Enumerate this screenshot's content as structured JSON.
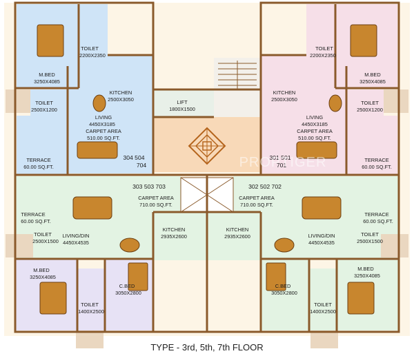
{
  "caption": "TYPE - 3rd, 5th, 7th FLOOR",
  "watermark": "PROPTIGER",
  "colors": {
    "wall": "#8a5a2b",
    "blue_unit": "#cfe4f7",
    "pink_unit": "#f6dfe8",
    "green_unit": "#e3f3e3",
    "lavender_unit": "#e7e2f5",
    "lobby": "#f8d9b8",
    "terrace": "#f3d8d8",
    "furniture": "#c8862e",
    "frame_bg": "#fdf5e6"
  },
  "rooms": {
    "tl_toilet_top": {
      "name": "TOILET",
      "dims": "2200X2350"
    },
    "tl_mbed": {
      "name": "M.BED",
      "dims": "3250X4085"
    },
    "tl_kitchen": {
      "name": "KITCHEN",
      "dims": "2500X3050"
    },
    "tl_toilet_side": {
      "name": "TOILET",
      "dims": "2500X1200"
    },
    "tl_living": {
      "name": "LIVING",
      "dims": "4450X3185"
    },
    "tl_carpet": {
      "name": "CARPET AREA",
      "dims": "510.00 SQ.FT."
    },
    "tl_terrace": {
      "name": "TERRACE",
      "dims": "60.00 SQ.FT."
    },
    "tr_toilet_top": {
      "name": "TOILET",
      "dims": "2200X2350"
    },
    "tr_mbed": {
      "name": "M.BED",
      "dims": "3250X4085"
    },
    "tr_kitchen": {
      "name": "KITCHEN",
      "dims": "2500X3050"
    },
    "tr_toilet_side": {
      "name": "TOILET",
      "dims": "2500X1200"
    },
    "tr_living": {
      "name": "LIVING",
      "dims": "4450X3185"
    },
    "tr_carpet": {
      "name": "CARPET AREA",
      "dims": "510.00 SQ.FT."
    },
    "tr_terrace": {
      "name": "TERRACE",
      "dims": "60.00 SQ.FT."
    },
    "lift": {
      "name": "LIFT",
      "dims": "1800X1500"
    },
    "bl_carpet": {
      "name": "CARPET AREA",
      "dims": "710.00 SQ.FT."
    },
    "bl_terrace": {
      "name": "TERRACE",
      "dims": "60.00 SQ.FT."
    },
    "bl_kitchen": {
      "name": "KITCHEN",
      "dims": "2935X2600"
    },
    "bl_toilet_side": {
      "name": "TOILET",
      "dims": "2500X1500"
    },
    "bl_living": {
      "name": "LIVING/DIN",
      "dims": "4450X4535"
    },
    "bl_mbed": {
      "name": "M.BED",
      "dims": "3250X4085"
    },
    "bl_cbed": {
      "name": "C.BED",
      "dims": "3050X2800"
    },
    "bl_toilet_bottom": {
      "name": "TOILET",
      "dims": "1400X2500"
    },
    "br_carpet": {
      "name": "CARPET AREA",
      "dims": "710.00 SQ.FT."
    },
    "br_terrace": {
      "name": "TERRACE",
      "dims": "60.00 SQ.FT."
    },
    "br_kitchen": {
      "name": "KITCHEN",
      "dims": "2935X2600"
    },
    "br_toilet_side": {
      "name": "TOILET",
      "dims": "2500X1500"
    },
    "br_living": {
      "name": "LIVING/DIN",
      "dims": "4450X4535"
    },
    "br_mbed": {
      "name": "M.BED",
      "dims": "3250X4085"
    },
    "br_cbed": {
      "name": "C.BED",
      "dims": "3050X2800"
    },
    "br_toilet_bottom": {
      "name": "TOILET",
      "dims": "1400X2500"
    }
  },
  "unit_numbers": {
    "tl_a": "304 504",
    "tl_b": "704",
    "tr_a": "301 501",
    "tr_b": "701",
    "bl": "303 503 703",
    "br": "302 502 702"
  }
}
